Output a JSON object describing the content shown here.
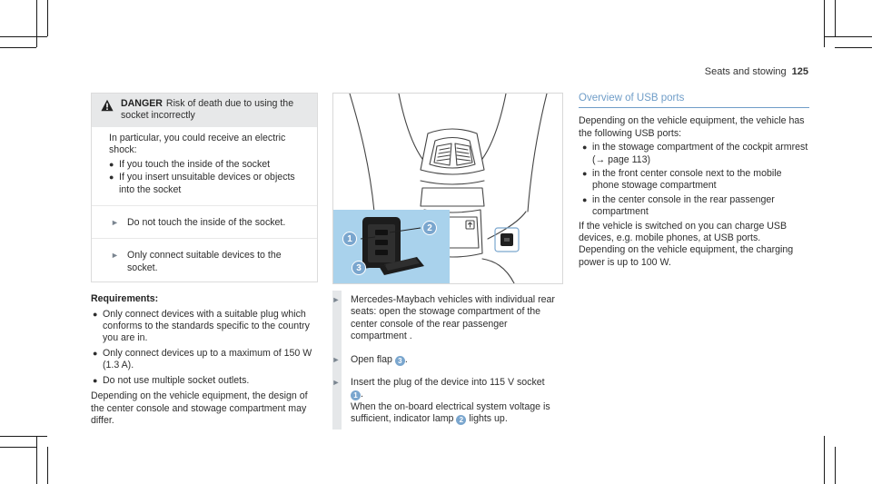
{
  "header": {
    "title": "Seats and stowing",
    "page_number": "125"
  },
  "danger": {
    "keyword": "DANGER",
    "text": "Risk of death due to using the socket incorrectly",
    "intro": "In particular, you could receive an electric shock:",
    "bullets": [
      "If you touch the inside of the socket",
      "If you insert unsuitable devices or objects into the socket"
    ],
    "actions": [
      "Do not touch the inside of the socket.",
      "Only connect suitable devices to the socket."
    ]
  },
  "requirements": {
    "title": "Requirements:",
    "items": [
      "Only connect devices with a suitable plug which conforms to the standards specific to the country you are in.",
      "Only connect devices up to a maximum of 150 W (1.3 A).",
      "Do not use multiple socket outlets."
    ],
    "note": "Depending on the vehicle equipment, the design of the center console and stowage compartment may differ."
  },
  "figure": {
    "callouts": [
      "1",
      "2",
      "3"
    ]
  },
  "steps": [
    {
      "text": "Mercedes-Maybach vehicles with individual rear seats: open the stowage compartment of the center console of the rear passenger compartment ."
    },
    {
      "before": "Open flap",
      "callout": "3",
      "after": "."
    },
    {
      "before": "Insert the plug of the device into 115 V socket",
      "callout": "1",
      "after": ".",
      "line2_before": "When the on-board electrical system voltage is sufficient, indicator lamp",
      "callout2": "2",
      "line2_after": "lights up."
    }
  ],
  "usb": {
    "title": "Overview of USB ports",
    "intro": "Depending on the vehicle equipment, the vehicle has the following USB ports:",
    "bullets": [
      "in the stowage compartment of the cockpit armrest (→ page 113)",
      "in the front center console next to the mobile phone stowage compartment",
      "in the center console in the rear passenger compartment"
    ],
    "outro": "If the vehicle is switched on you can charge USB devices, e.g. mobile phones, at USB ports. Depending on the vehicle equipment, the charging power is up to 100 W."
  },
  "colors": {
    "accent": "#6f9dc8",
    "callout": "#7aa6ce",
    "inset_bg": "#a9d2ec",
    "danger_bg": "#e7e8e9"
  }
}
